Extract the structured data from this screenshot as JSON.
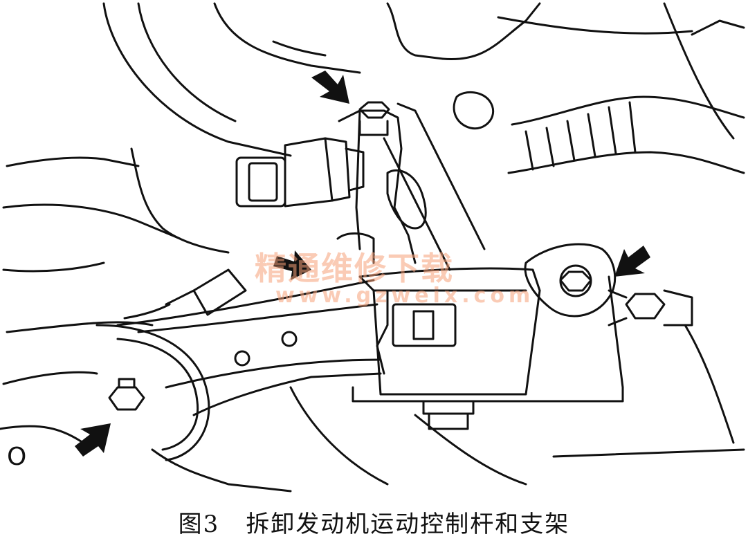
{
  "diagram": {
    "caption_figure": "图3",
    "caption_text": "拆卸发动机运动控制杆和支架",
    "corner_label": "O",
    "watermark_main": "精通维修下载",
    "watermark_url": "www.gzweix.com",
    "arrow_count": 4,
    "line_color": "#111111",
    "background": "#ffffff",
    "watermark_color": "#f5a078"
  }
}
